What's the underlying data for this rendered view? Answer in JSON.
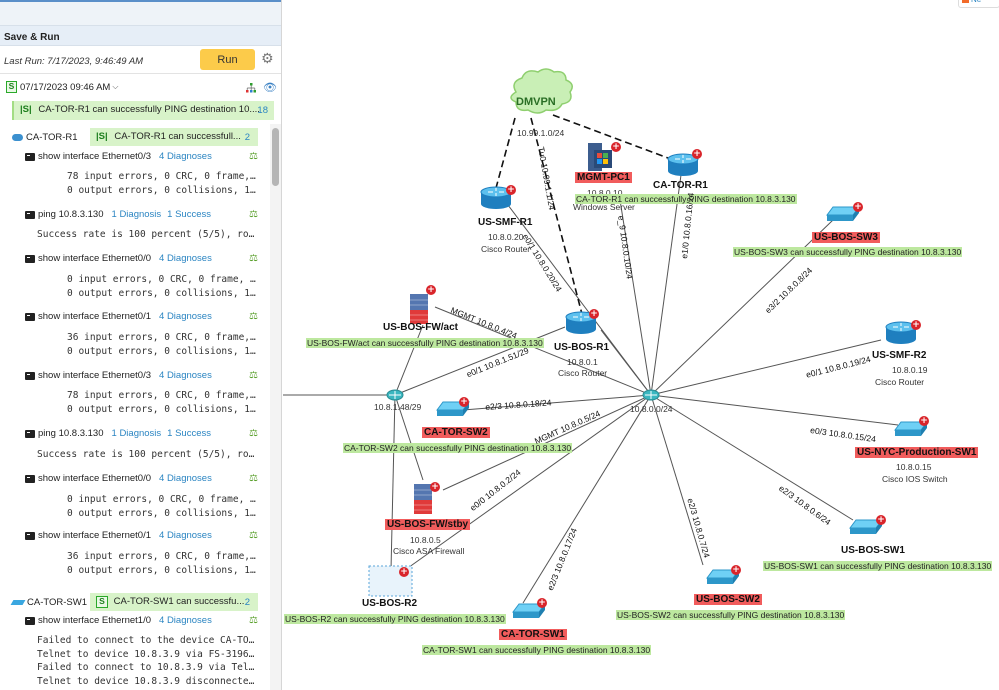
{
  "panel": {
    "title": "Save & Run",
    "last_run": "Last Run: 7/17/2023, 9:46:49 AM",
    "run_button": "Run",
    "run_header": {
      "badge": "S",
      "timestamp": "07/17/2023 09:46 AM"
    },
    "summary": {
      "badge": "S",
      "text": "CA-TOR-R1 can successfully PING destination 10....",
      "count": "18"
    },
    "devices": [
      {
        "name": "CA-TOR-R1",
        "summary": {
          "badge": "S",
          "text": "CA-TOR-R1 can successfull...",
          "count": "2"
        },
        "commands": [
          {
            "cmd": "show interface Ethernet0/3",
            "links": [
              "4 Diagnoses"
            ],
            "output": [
              "78 input errors, 0 CRC, 0 frame,…",
              "0 output errors, 0 collisions, 1…"
            ]
          },
          {
            "cmd": "ping 10.8.3.130",
            "links": [
              "1 Diagnosis",
              "1 Success"
            ],
            "output": [
              "Success rate is 100 percent (5/5), ro…"
            ]
          },
          {
            "cmd": "show interface Ethernet0/0",
            "links": [
              "4 Diagnoses"
            ],
            "output": [
              "0 input errors, 0 CRC, 0 frame, …",
              "0 output errors, 0 collisions, 1…"
            ]
          },
          {
            "cmd": "show interface Ethernet0/1",
            "links": [
              "4 Diagnoses"
            ],
            "output": [
              "36 input errors, 0 CRC, 0 frame,…",
              "0 output errors, 0 collisions, 1…"
            ]
          },
          {
            "cmd": "show interface Ethernet0/3",
            "links": [
              "4 Diagnoses"
            ],
            "output": [
              "78 input errors, 0 CRC, 0 frame,…",
              "0 output errors, 0 collisions, 1…"
            ]
          },
          {
            "cmd": "ping 10.8.3.130",
            "links": [
              "1 Diagnosis",
              "1 Success"
            ],
            "output": [
              "Success rate is 100 percent (5/5), ro…"
            ]
          },
          {
            "cmd": "show interface Ethernet0/0",
            "links": [
              "4 Diagnoses"
            ],
            "output": [
              "0 input errors, 0 CRC, 0 frame, …",
              "0 output errors, 0 collisions, 1…"
            ]
          },
          {
            "cmd": "show interface Ethernet0/1",
            "links": [
              "4 Diagnoses"
            ],
            "output": [
              "36 input errors, 0 CRC, 0 frame,…",
              "0 output errors, 0 collisions, 1…"
            ]
          }
        ]
      },
      {
        "name": "CA-TOR-SW1",
        "summary": {
          "badge": "S",
          "text": "CA-TOR-SW1 can successfu...",
          "count": "2"
        },
        "commands": [
          {
            "cmd": "show interface Ethernet1/0",
            "links": [
              "4 Diagnoses"
            ],
            "output": [
              "Failed to connect to the device CA-TO…",
              "Telnet to device 10.8.3.9 via FS-3196…",
              "Failed to connect to 10.8.3.9 via Tel…",
              "Telnet to device 10.8.3.9 disconnecte…"
            ]
          }
        ]
      }
    ]
  },
  "notification": {
    "label": "Ne"
  },
  "topology": {
    "cloud": {
      "name": "DMVPN",
      "subnet": "10.99.1.0/24"
    },
    "hubs": [
      {
        "id": "hub-main",
        "subnet": "10.8.0.0/24"
      },
      {
        "id": "hub-left",
        "subnet": "10.8.1.48/29"
      }
    ],
    "nodes": [
      {
        "id": "mgmt-pc1",
        "name": "MGMT-PC1",
        "ip": "10.8.0.10",
        "type": "Windows Server",
        "alert": true
      },
      {
        "id": "ca-tor-r1",
        "name": "CA-TOR-R1",
        "alert": false,
        "ping": "CA-TOR-R1 can successfully PING destination 10.8.3.130"
      },
      {
        "id": "us-smf-r1",
        "name": "US-SMF-R1",
        "ip": "10.8.0.20",
        "type": "Cisco Router",
        "alert": false
      },
      {
        "id": "us-bos-sw3",
        "name": "US-BOS-SW3",
        "alert": true,
        "ping": "US-BOS-SW3 can successfully PING destination 10.8.3.130"
      },
      {
        "id": "us-bos-fw-act",
        "name": "US-BOS-FW/act",
        "alert": false,
        "ping": "US-BOS-FW/act can successfully PING destination 10.8.3.130"
      },
      {
        "id": "us-bos-r1",
        "name": "US-BOS-R1",
        "ip": "10.8.0.1",
        "type": "Cisco Router",
        "alert": false
      },
      {
        "id": "us-smf-r2",
        "name": "US-SMF-R2",
        "ip": "10.8.0.19",
        "type": "Cisco Router",
        "alert": false
      },
      {
        "id": "ca-tor-sw2",
        "name": "CA-TOR-SW2",
        "alert": true,
        "ping": "CA-TOR-SW2 can successfully PING destination 10.8.3.130"
      },
      {
        "id": "us-nyc-prod-sw1",
        "name": "US-NYC-Production-SW1",
        "ip": "10.8.0.15",
        "type": "Cisco IOS Switch",
        "alert": true
      },
      {
        "id": "us-bos-fw-stby",
        "name": "US-BOS-FW/stby",
        "ip": "10.8.0.5",
        "type": "Cisco ASA Firewall",
        "alert": true
      },
      {
        "id": "us-bos-sw1",
        "name": "US-BOS-SW1",
        "alert": false,
        "ping": "US-BOS-SW1 can successfully PING destination 10.8.3.130"
      },
      {
        "id": "us-bos-r2",
        "name": "US-BOS-R2",
        "alert": false,
        "ping": "US-BOS-R2 can successfully PING destination 10.8.3.130"
      },
      {
        "id": "us-bos-sw2",
        "name": "US-BOS-SW2",
        "alert": true,
        "ping": "US-BOS-SW2 can successfully PING destination 10.8.3.130"
      },
      {
        "id": "ca-tor-sw1",
        "name": "CA-TOR-SW1",
        "alert": true,
        "ping": "CA-TOR-SW1 can successfully PING destination 10.8.3.130"
      }
    ],
    "edge_labels": [
      "Tu0 10.99.1.1/24",
      "e0/1 10.8.0.20/24",
      "e_9 10.8.0.10/24",
      "e1/0 10.8.0.16/24",
      "e3/2 10.8.0.8/24",
      "MGMT 10.8.0.4/24",
      "e0/1 10.8.1.51/29",
      "e0/1 10.8.0.19/24",
      "e2/3 10.8.0.18/24",
      "MGMT 10.8.0.5/24",
      "e0/3 10.8.0.15/24",
      "e0/0 10.8.0.2/24",
      "e2/3 10.8.0.6/24",
      "e2/3 10.8.0.17/24",
      "e2/3 10.8.0.7/24"
    ]
  }
}
